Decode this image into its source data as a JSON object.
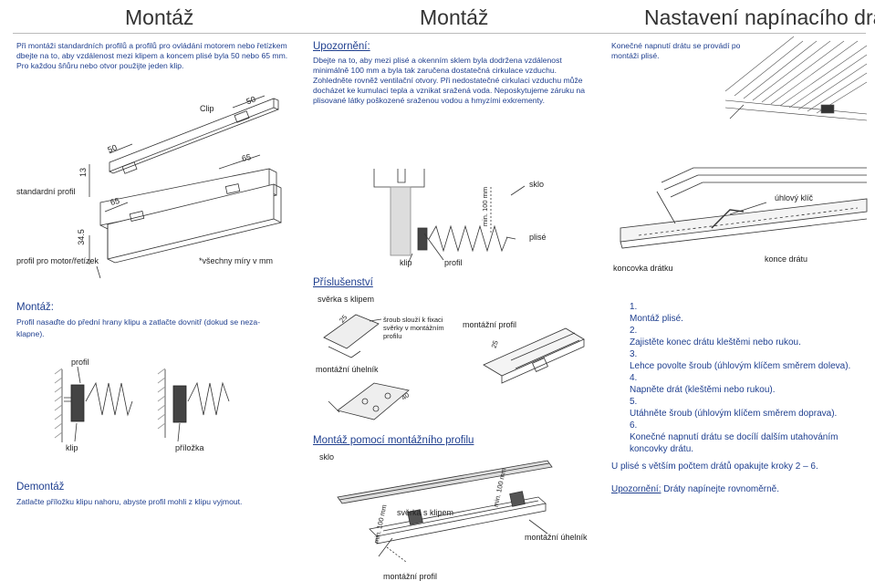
{
  "titles": {
    "col1": "Montáž",
    "col2": "Montáž",
    "col3": "Nastavení napínacího drátu"
  },
  "col1": {
    "intro": "Při montáži standardních profilů a profilů pro ovládání motorem nebo řetízkem dbejte na to, aby vzdálenost mezi klipem a koncem plisé byla 50 nebo 65 mm. Pro každou šňůru nebo otvor použijte jeden klip.",
    "clip_label": "Clip",
    "dim_50": "50",
    "dim_65": "65",
    "dim_13": "13",
    "dim_345": "34.5",
    "profile_standard": "standardní profil",
    "profile_motor": "profil pro motor/řetízek",
    "units_note": "*všechny míry v mm",
    "mount_heading": "Montáž:",
    "mount_text": "Profil nasaďte do přední hrany klipu a zatlačte dovnitř (dokud se neza-klapne).",
    "label_profil": "profil",
    "label_klip": "klip",
    "label_prilozka": "příložka",
    "demount_heading": "Demontáž",
    "demount_text": "Zatlačte příložku klipu nahoru, abyste profil mohli z klipu vyjmout."
  },
  "col2": {
    "warning_heading": "Upozornění:",
    "warning_text": "Dbejte na to, aby mezi plisé a okenním sklem byla dodržena vzdálenost minimálně 100 mm a byla tak zaručena dostatečná cirkulace vzduchu. Zohledněte rovněž ventilační otvory. Při nedostatečné cirkulaci vzduchu může docházet ke kumulaci tepla a vznikat sražená voda. Neposkytujeme záruku na plisované látky poškozené sraženou vodou a hmyzími exkrementy.",
    "label_sklo": "sklo",
    "label_min": "min. 100 mm",
    "label_plise": "plisé",
    "label_klip": "klip",
    "label_profil": "profil",
    "accessories_heading": "Příslušenství",
    "acc_clamp": "svěrka s klipem",
    "acc_screw_note": "šroub slouží k fixaci svěrky v montážním profilu",
    "acc_bracket": "montážní úhelník",
    "acc_profile": "montážní profil",
    "dim_25": "25",
    "dim_40": "40",
    "mount_profile_heading": "Montáž pomocí montážního profilu",
    "mp_sklo": "sklo",
    "mp_min": "min. 100 mm",
    "mp_clamp": "svěrka s klipem",
    "mp_bracket": "montážní úhelník",
    "mp_profile": "montážní profil"
  },
  "col3": {
    "intro": "Konečné napnutí drátu se provádí po montáži plisé.",
    "label_key": "úhlový klíč",
    "label_end_cap": "koncovka drátku",
    "label_wire_end": "konce drátu",
    "steps": [
      "1.",
      "Montáž plisé.",
      "2.",
      "Zajistěte konec drátu kleštěmi nebo rukou.",
      "3.",
      "Lehce povolte šroub (úhlovým klíčem směrem doleva).",
      "4.",
      "Napněte drát (kleštěmi nebo rukou).",
      "5.",
      "Utáhněte šroub (úhlovým klíčem směrem doprava).",
      "6.",
      "Konečné napnutí drátu se docílí dalším utahováním koncovky drátu."
    ],
    "repeat_note": "U plisé s větším počtem drátů opakujte kroky 2 – 6.",
    "warning_heading": "Upozornění:",
    "warning_text": "Dráty napínejte rovnoměrně."
  },
  "colors": {
    "text": "#222222",
    "accent_blue": "#1f3f8f",
    "rule": "#bbbbbb",
    "line": "#333333"
  }
}
